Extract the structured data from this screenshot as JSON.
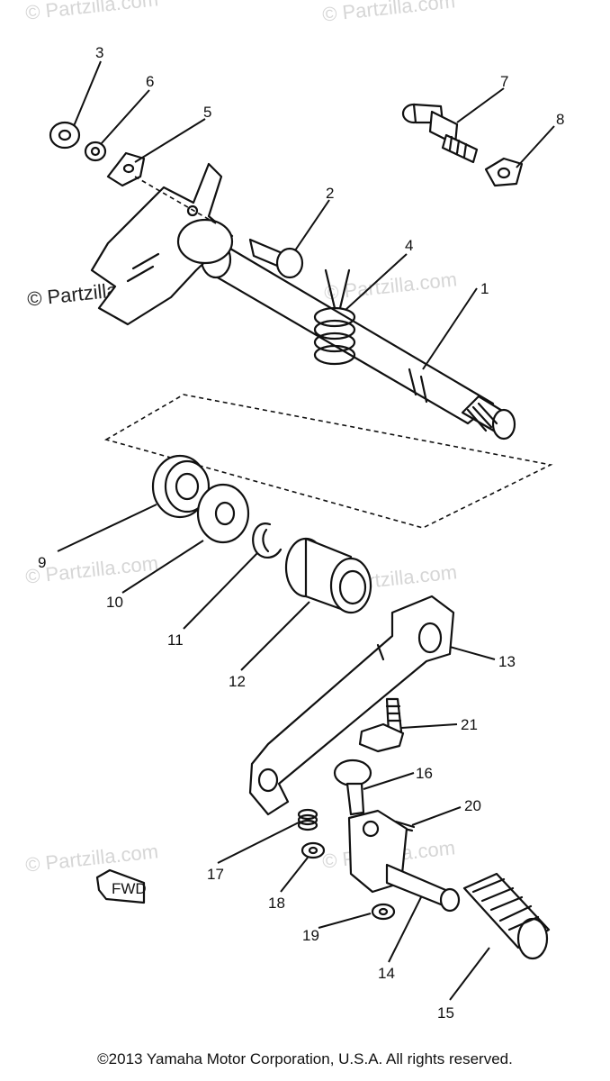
{
  "watermarks": {
    "tl": "© Partzilla.com",
    "tr": "© Partzilla.com",
    "left_mid": "© Partzilla.com",
    "center_shaft": "© Partzilla.com",
    "center_mid_left": "© Partzilla.com",
    "center_mid_right": "© Partzilla.com",
    "bottom_left": "© Partzilla.com",
    "bottom_center": "© Partzilla.com"
  },
  "callouts": [
    "1",
    "2",
    "3",
    "4",
    "5",
    "6",
    "7",
    "8",
    "9",
    "10",
    "11",
    "12",
    "13",
    "14",
    "15",
    "16",
    "17",
    "18",
    "19",
    "20",
    "21"
  ],
  "fwd_label": "FWD",
  "copyright": "©2013  Yamaha Motor Corporation, U.S.A. All rights reserved."
}
